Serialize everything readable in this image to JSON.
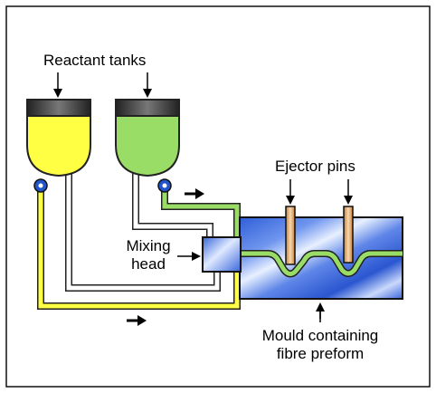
{
  "labels": {
    "reactant_tanks": "Reactant tanks",
    "ejector_pins": "Ejector pins",
    "mixing_head_line1": "Mixing",
    "mixing_head_line2": "head",
    "mould_line1": "Mould containing",
    "mould_line2": "fibre preform"
  },
  "colors": {
    "tank_a": "#ffff44",
    "tank_b": "#99dd66",
    "tank_cap": "#333333",
    "mould": "#3366dd",
    "pin": "#e0a060",
    "valve": "#2255cc"
  }
}
